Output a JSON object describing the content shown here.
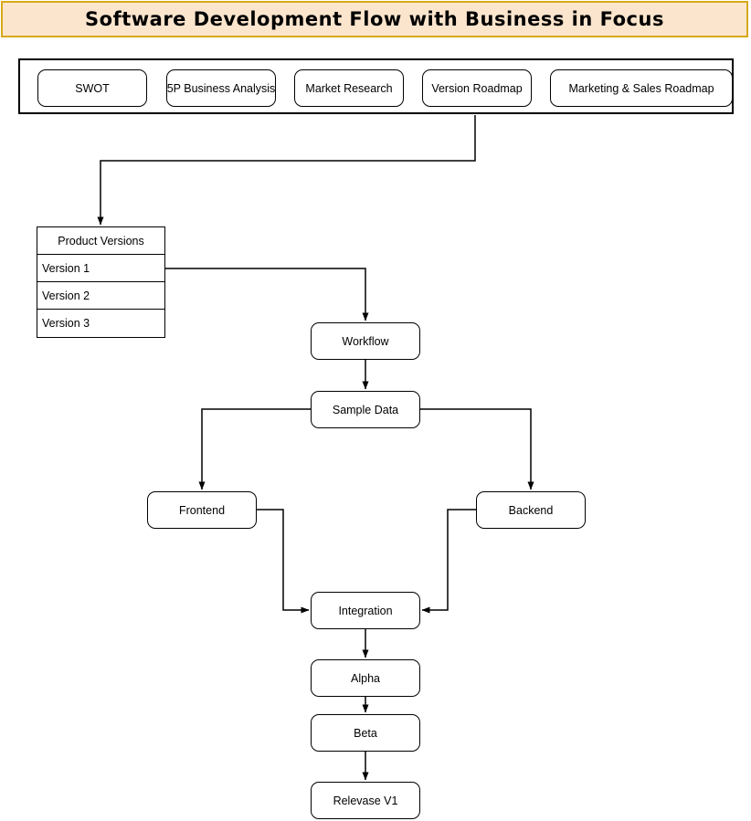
{
  "title": {
    "text": "Software Development Flow with Business in Focus",
    "background_color": "#fce5cd",
    "border_color": "#d6a919",
    "text_color": "#000000"
  },
  "business_row": {
    "items": [
      {
        "label": "SWOT"
      },
      {
        "label": "5P Business Analysis"
      },
      {
        "label": "Market Research"
      },
      {
        "label": "Version Roadmap"
      },
      {
        "label": "Marketing & Sales Roadmap"
      }
    ]
  },
  "versions_table": {
    "header": "Product Versions",
    "rows": [
      {
        "label": "Version 1"
      },
      {
        "label": "Version 2"
      },
      {
        "label": "Version 3"
      }
    ]
  },
  "flow_nodes": [
    {
      "id": "workflow",
      "label": "Workflow"
    },
    {
      "id": "sample-data",
      "label": "Sample Data"
    },
    {
      "id": "frontend",
      "label": "Frontend"
    },
    {
      "id": "backend",
      "label": "Backend"
    },
    {
      "id": "integration",
      "label": "Integration"
    },
    {
      "id": "alpha",
      "label": "Alpha"
    },
    {
      "id": "beta",
      "label": "Beta"
    },
    {
      "id": "release",
      "label": "Relevase V1"
    }
  ],
  "diagram": {
    "line_color": "#000000",
    "node_fill": "#ffffff",
    "node_border": "#000000"
  }
}
